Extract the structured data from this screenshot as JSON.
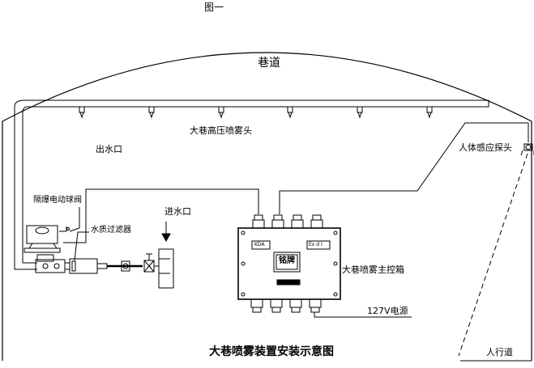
{
  "figure": {
    "label": "图一",
    "caption": "大巷喷雾装置安装示意图"
  },
  "labels": {
    "tunnel": "巷道",
    "spray_heads": "大巷高压喷雾头",
    "water_outlet": "出水口",
    "body_sensor": "人体感应探头",
    "explosion_proof_valve": "隔爆电动球阀",
    "water_inlet": "进水口",
    "water_filter": "水质过滤器",
    "main_control_box": "大巷喷雾主控箱",
    "power_supply": "127V电源",
    "walkway": "人行道",
    "nameplate": "铭牌",
    "box_badge_left": "KDA",
    "box_badge_right": "Ex d I"
  },
  "colors": {
    "line": "#000000",
    "background": "#ffffff"
  }
}
